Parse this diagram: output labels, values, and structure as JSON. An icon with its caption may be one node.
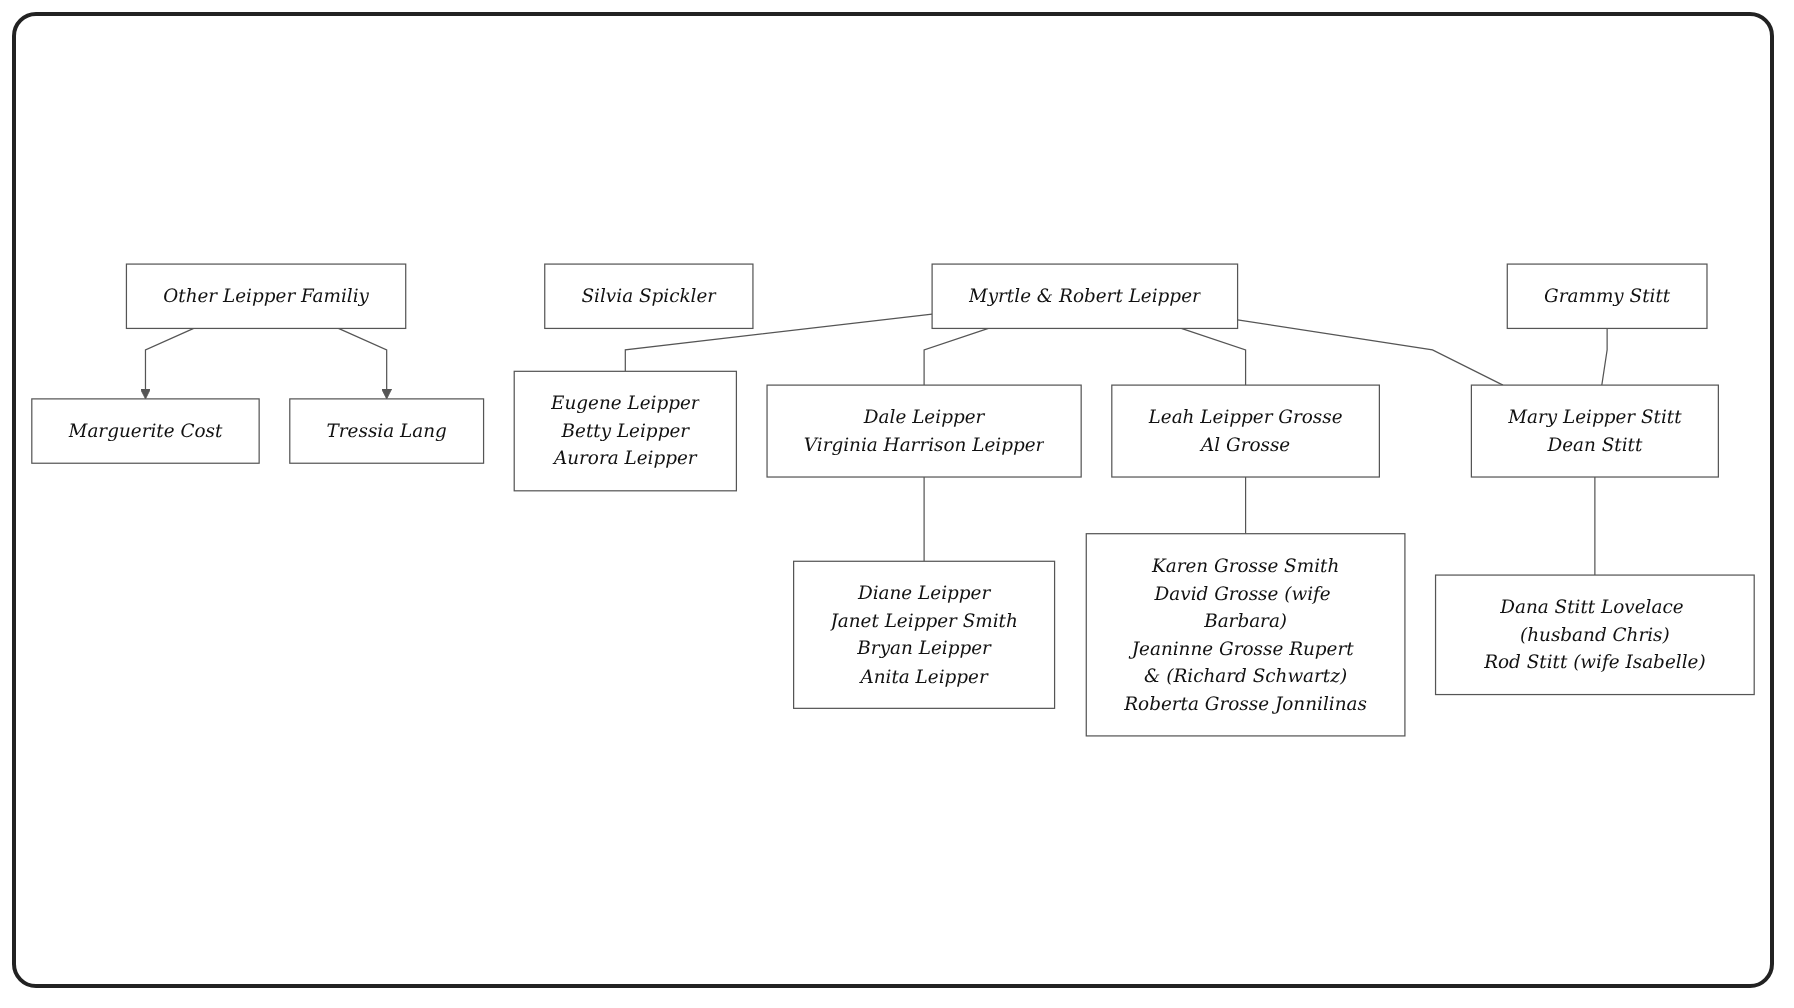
{
  "diagram": {
    "nodes": [
      {
        "text": [
          "Marguerite Cost"
        ]
      },
      {
        "text": [
          "Other Leipper Familiy"
        ]
      },
      {
        "text": [
          "Tressia Lang"
        ]
      },
      {
        "text": [
          "Silvia Spickler"
        ]
      },
      {
        "text": [
          "Myrtle & Robert Leipper"
        ]
      },
      {
        "text": [
          "Grammy Stitt"
        ]
      },
      {
        "text": [
          "Eugene Leipper",
          "Betty Leipper",
          "Aurora Leipper"
        ]
      },
      {
        "text": [
          "Dale Leipper",
          "Virginia Harrison Leipper"
        ]
      },
      {
        "text": [
          "Leah Leipper Grosse",
          "Al Grosse"
        ]
      },
      {
        "text": [
          "Mary Leipper Stitt",
          "Dean Stitt"
        ]
      },
      {
        "text": [
          "Diane Leipper",
          "Janet Leipper Smith",
          "Bryan Leipper",
          "Anita Leipper"
        ]
      },
      {
        "text": [
          "Karen Grosse Smith",
          "David Grosse (wife Barbara)",
          "Jeaninne Grosse Rupert & (Richard Schwartz)",
          "Roberta Grosse Jonnilinas"
        ]
      },
      {
        "text": [
          "Dana Stitt Lovelace (husband Chris)",
          "Rod Stitt (wife Isabelle)"
        ]
      }
    ],
    "edges": [
      {
        "from": 1,
        "to": 0,
        "arrow": "to"
      },
      {
        "from": 1,
        "to": 2,
        "arrow": "to"
      },
      {
        "from": 4,
        "to": 6,
        "arrow": "none"
      },
      {
        "from": 4,
        "to": 7,
        "arrow": "none"
      },
      {
        "from": 4,
        "to": 8,
        "arrow": "none"
      },
      {
        "from": 4,
        "to": 9,
        "arrow": "none"
      },
      {
        "from": 5,
        "to": 9,
        "arrow": "none"
      },
      {
        "from": 7,
        "to": 10,
        "arrow": "none"
      },
      {
        "from": 8,
        "to": 11,
        "arrow": "none"
      },
      {
        "from": 9,
        "to": 12,
        "arrow": "none"
      }
    ]
  }
}
